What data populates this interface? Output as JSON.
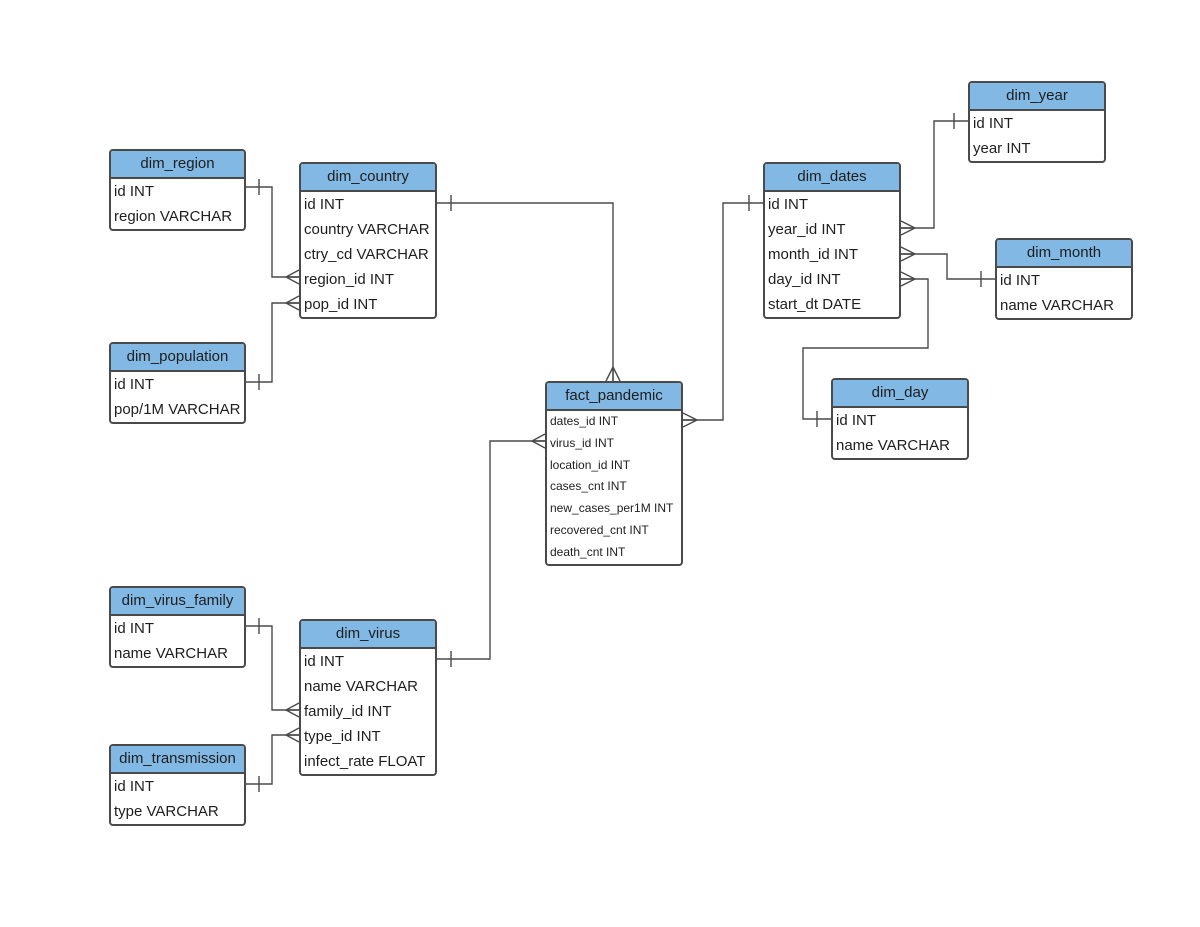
{
  "entities": {
    "dim_region": {
      "name": "dim_region",
      "fields": [
        "id INT",
        "region VARCHAR"
      ]
    },
    "dim_country": {
      "name": "dim_country",
      "fields": [
        "id INT",
        "country VARCHAR",
        "ctry_cd VARCHAR",
        "region_id INT",
        "pop_id INT"
      ]
    },
    "dim_population": {
      "name": "dim_population",
      "fields": [
        "id INT",
        "pop/1M VARCHAR"
      ]
    },
    "fact_pandemic": {
      "name": "fact_pandemic",
      "fields": [
        "dates_id INT",
        "virus_id INT",
        "location_id INT",
        "cases_cnt INT",
        "new_cases_per1M INT",
        "recovered_cnt INT",
        "death_cnt INT"
      ]
    },
    "dim_dates": {
      "name": "dim_dates",
      "fields": [
        "id INT",
        "year_id INT",
        "month_id INT",
        "day_id INT",
        "start_dt DATE"
      ]
    },
    "dim_year": {
      "name": "dim_year",
      "fields": [
        "id INT",
        "year INT"
      ]
    },
    "dim_month": {
      "name": "dim_month",
      "fields": [
        "id INT",
        "name VARCHAR"
      ]
    },
    "dim_day": {
      "name": "dim_day",
      "fields": [
        "id INT",
        "name VARCHAR"
      ]
    },
    "dim_virus_family": {
      "name": "dim_virus_family",
      "fields": [
        "id INT",
        "name VARCHAR"
      ]
    },
    "dim_virus": {
      "name": "dim_virus",
      "fields": [
        "id INT",
        "name VARCHAR",
        "family_id INT",
        "type_id INT",
        "infect_rate FLOAT"
      ]
    },
    "dim_transmission": {
      "name": "dim_transmission",
      "fields": [
        "id INT",
        "type VARCHAR"
      ]
    }
  },
  "colors": {
    "header_fill": "#82b8e4",
    "border": "#4a4a4a",
    "line": "#4a4a4a"
  }
}
